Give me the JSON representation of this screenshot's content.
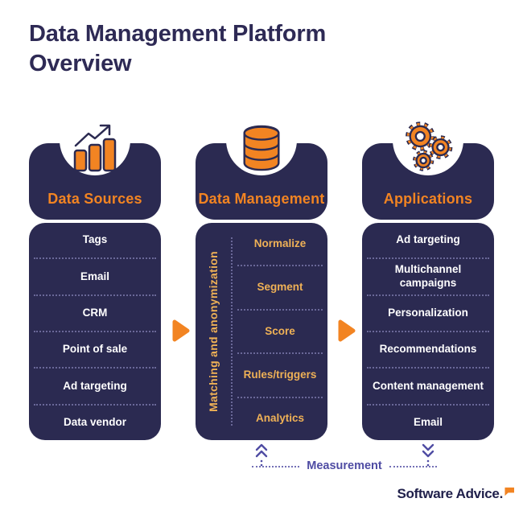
{
  "title": "Data Management Platform Overview",
  "columns": [
    {
      "header": "Data Sources",
      "icon": "bar-chart-icon",
      "items": [
        "Tags",
        "Email",
        "CRM",
        "Point of sale",
        "Ad targeting",
        "Data vendor"
      ]
    },
    {
      "header": "Data Management",
      "icon": "database-icon",
      "side_label": "Matching and anonymization",
      "items": [
        "Normalize",
        "Segment",
        "Score",
        "Rules/triggers",
        "Analytics"
      ]
    },
    {
      "header": "Applications",
      "icon": "gears-icon",
      "items": [
        "Ad targeting",
        "Multichannel campaigns",
        "Personalization",
        "Recommendations",
        "Content management",
        "Email"
      ]
    }
  ],
  "measurement": {
    "label": "Measurement"
  },
  "footer": {
    "brand": "Software Advice."
  },
  "colors": {
    "navy": "#2b2a51",
    "orange": "#f28422",
    "gold": "#efb156",
    "indigo": "#4f4ca3",
    "dotted": "#9e9ad4",
    "background": "#ffffff"
  }
}
